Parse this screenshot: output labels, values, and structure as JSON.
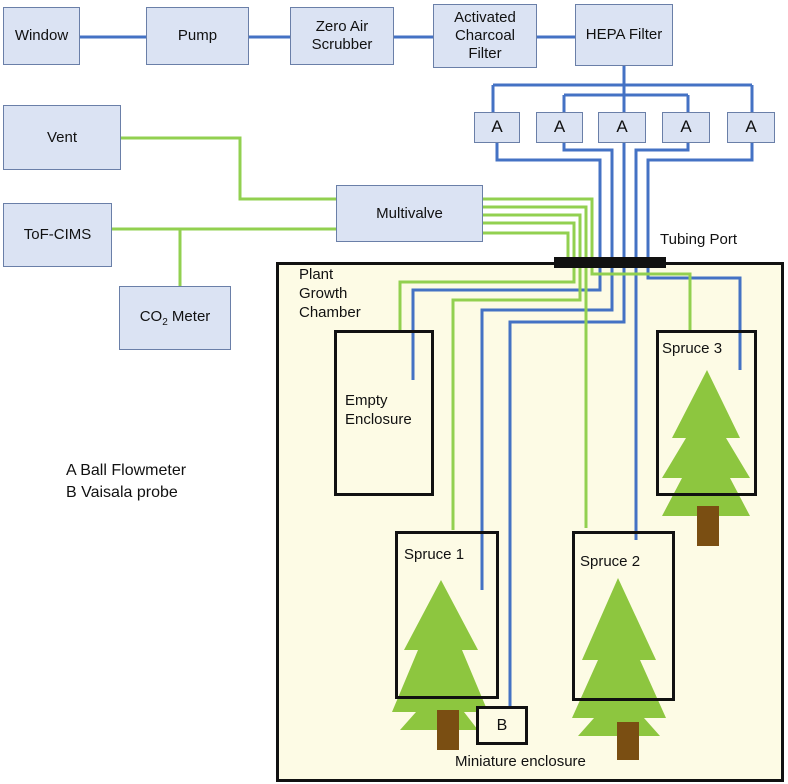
{
  "nodes": {
    "window": "Window",
    "pump": "Pump",
    "zero_air": "Zero Air\nScrubber",
    "charcoal": "Activated\nCharcoal\nFilter",
    "hepa": "HEPA Filter",
    "vent": "Vent",
    "multivalve": "Multivalve",
    "tof": "ToF-CIMS",
    "co2_prefix": "CO",
    "co2_sub": "2",
    "co2_suffix": " Meter"
  },
  "flowmeters": [
    "A",
    "A",
    "A",
    "A",
    "A"
  ],
  "labels": {
    "tubing_port": "Tubing Port",
    "chamber": "Plant\nGrowth\nChamber",
    "empty_enclosure": "Empty\nEnclosure",
    "spruce1": "Spruce 1",
    "spruce2": "Spruce 2",
    "spruce3": "Spruce 3",
    "probe": "B",
    "miniature": "Miniature enclosure"
  },
  "legend": {
    "line1": "A Ball Flowmeter",
    "line2": "B Vaisala probe"
  },
  "colors": {
    "blue_line": "#4472c4",
    "green_line": "#92d050",
    "box_fill": "#dbe3f3",
    "chamber_fill": "#fdfbe5",
    "tree": "#8dc63f",
    "trunk": "#7a4e12"
  }
}
